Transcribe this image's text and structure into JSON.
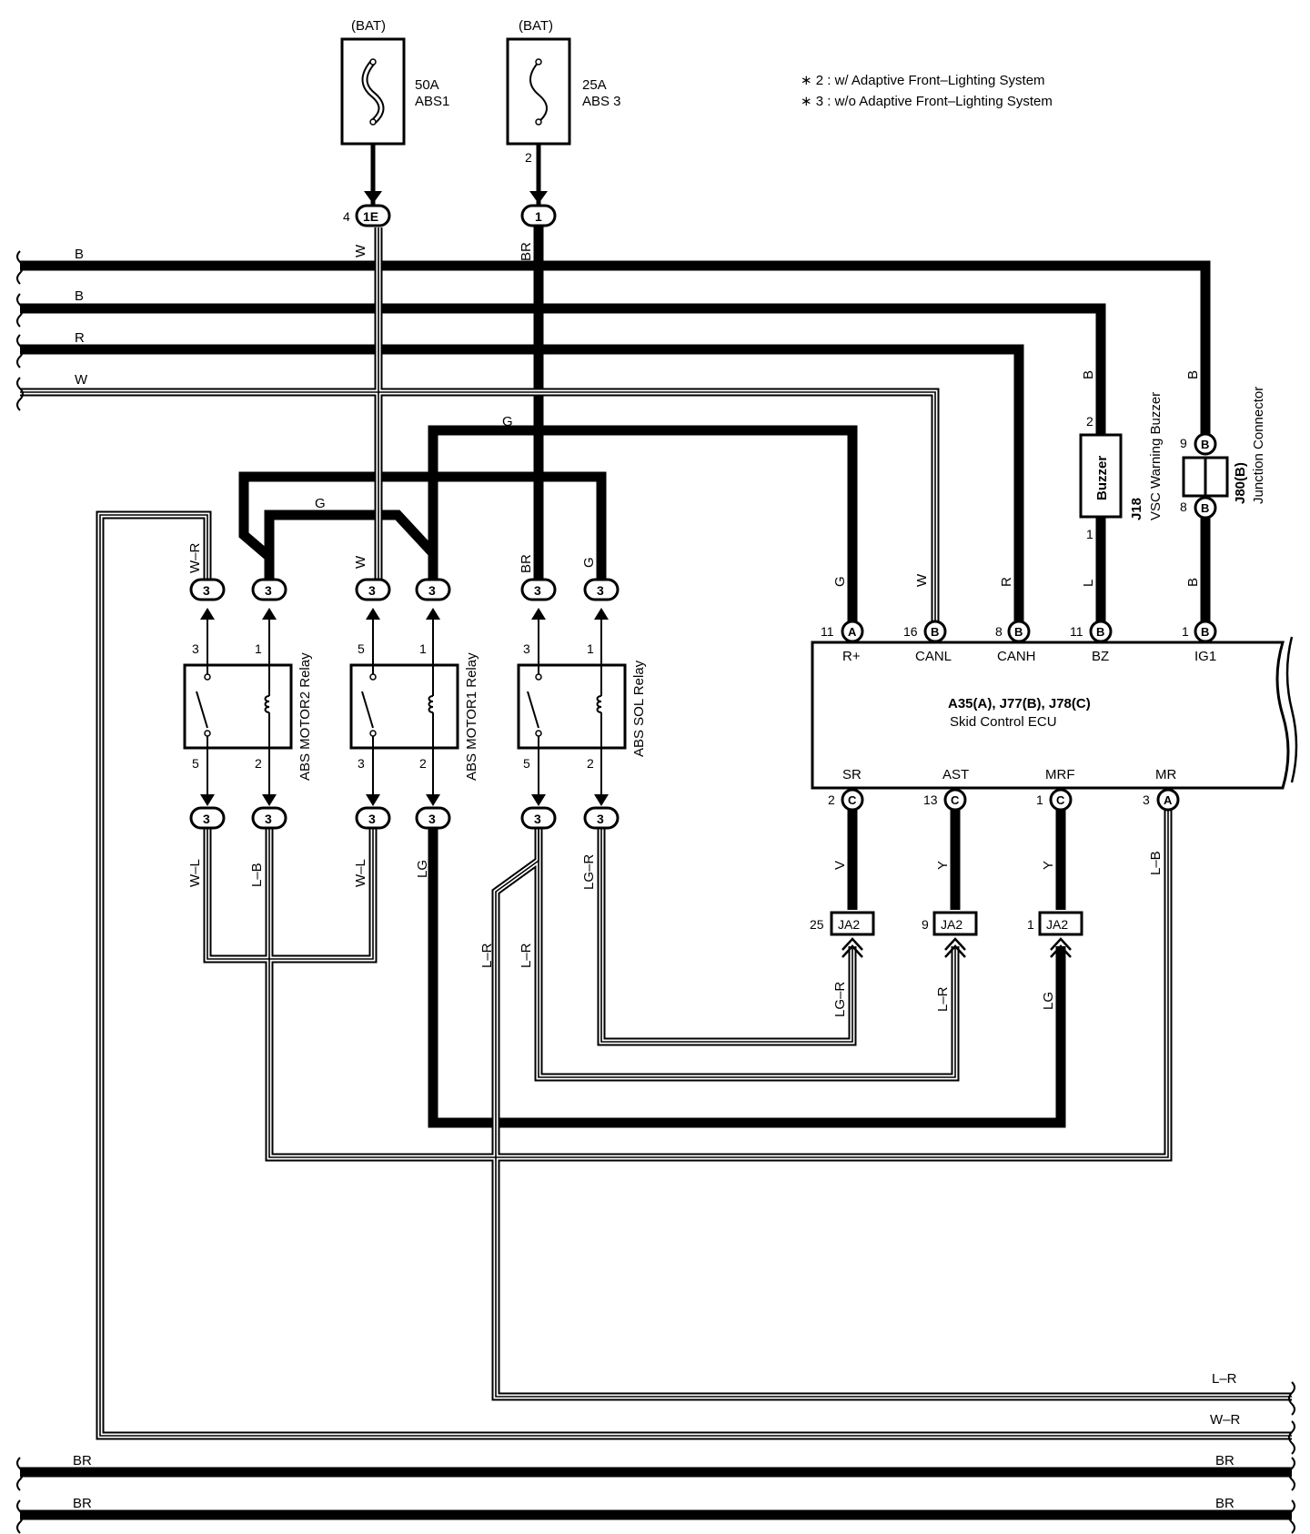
{
  "notes": [
    "∗ 2 : w/ Adaptive Front–Lighting System",
    "∗ 3 : w/o Adaptive Front–Lighting System"
  ],
  "fuses": [
    {
      "source": "(BAT)",
      "rating": "50A",
      "name": "ABS1",
      "pin": "4",
      "connector": "1E",
      "wire": "W"
    },
    {
      "source": "(BAT)",
      "rating": "25A",
      "name": "ABS 3",
      "pin_top": "2",
      "connector": "1",
      "wire": "BR"
    }
  ],
  "left_buses": [
    {
      "color": "B"
    },
    {
      "color": "B"
    },
    {
      "color": "R"
    },
    {
      "color": "W"
    }
  ],
  "bottom_buses": [
    {
      "left": "BR",
      "right": "BR"
    },
    {
      "left": "BR",
      "right": "BR"
    }
  ],
  "right_wires": [
    {
      "label": "L–R"
    },
    {
      "label": "W–R"
    }
  ],
  "relays": [
    {
      "name": "ABS MOTOR2 Relay",
      "pin_tl": "3",
      "pin_tr": "1",
      "pin_bl": "5",
      "pin_br": "2",
      "top_left_wire": "W–R",
      "bottom_left_wire": "W–L",
      "bottom_right_wire": "L–B"
    },
    {
      "name": "ABS MOTOR1 Relay",
      "pin_tl": "5",
      "pin_tr": "1",
      "pin_bl": "3",
      "pin_br": "2",
      "top_left_wire": "W",
      "bottom_left_wire": "W–L",
      "bottom_right_wire": "LG"
    },
    {
      "name": "ABS SOL Relay",
      "pin_tl": "3",
      "pin_tr": "1",
      "pin_bl": "5",
      "pin_br": "2",
      "top_left_wire": "BR",
      "top_right_wire": "G",
      "bottom_left_wire": "L–R",
      "bottom_right_wire": "LG–R"
    }
  ],
  "relay_connector": "3",
  "g_wire": "G",
  "ecu": {
    "title": "A35(A), J77(B), J78(C)",
    "subtitle": "Skid Control ECU",
    "top_pins": [
      {
        "num": "11",
        "conn": "A",
        "label": "R+",
        "wire": "G"
      },
      {
        "num": "16",
        "conn": "B",
        "label": "CANL",
        "wire": "W"
      },
      {
        "num": "8",
        "conn": "B",
        "label": "CANH",
        "wire": "R"
      },
      {
        "num": "11",
        "conn": "B",
        "label": "BZ",
        "wire": "L"
      },
      {
        "num": "1",
        "conn": "B",
        "label": "IG1",
        "wire": "B"
      }
    ],
    "bottom_pins": [
      {
        "num": "2",
        "conn": "C",
        "label": "SR",
        "wire": "V"
      },
      {
        "num": "13",
        "conn": "C",
        "label": "AST",
        "wire": "Y"
      },
      {
        "num": "1",
        "conn": "C",
        "label": "MRF",
        "wire": "Y"
      },
      {
        "num": "3",
        "conn": "A",
        "label": "MR",
        "wire": "L–B"
      }
    ]
  },
  "buzzer": {
    "label": "Buzzer",
    "id": "J18",
    "name": "VSC Warning Buzzer",
    "pin_top": "2",
    "pin_bottom": "1",
    "wire_top": "B"
  },
  "junction": {
    "id": "J80(B)",
    "name": "Junction Connector",
    "pin_top": "9",
    "pin_bottom": "8",
    "conn": "B",
    "wire_top": "B",
    "wire_bottom": "B"
  },
  "ja2": [
    {
      "num": "25",
      "label": "JA2",
      "wire": "LG–R"
    },
    {
      "num": "9",
      "label": "JA2",
      "wire": "L–R"
    },
    {
      "num": "1",
      "label": "JA2",
      "wire": "LG"
    }
  ]
}
